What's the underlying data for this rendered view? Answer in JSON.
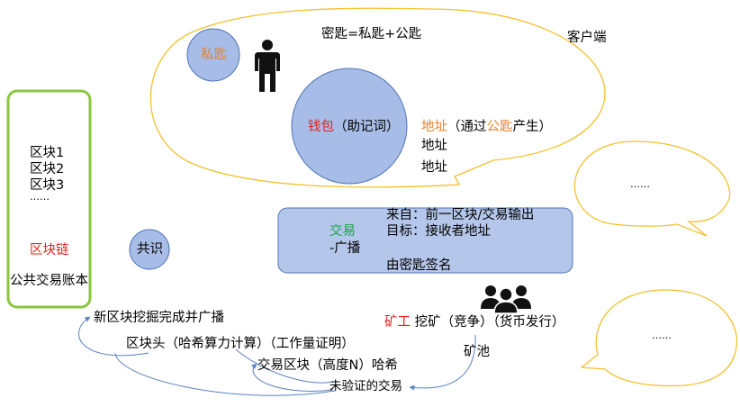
{
  "client": {
    "label": "客户端",
    "formula": "密匙=私匙+公匙",
    "private_key": "私匙",
    "wallet": {
      "main": "钱包",
      "sub": "（助记词）"
    },
    "addresses": [
      {
        "prefix": "地址",
        "mid": "（通过",
        "highlight": "公匙",
        "suffix": "产生）"
      },
      {
        "text": "地址"
      },
      {
        "text": "地址"
      }
    ]
  },
  "ledger": {
    "blocks": [
      "区块1",
      "区块2",
      "区块3",
      "……"
    ],
    "title": "区块链",
    "caption": "公共交易账本"
  },
  "consensus": {
    "label": "共识"
  },
  "transaction": {
    "title": "交易",
    "line_broadcast": "-广播",
    "from": "来自：前一区块/交易输出",
    "target": "目标：接收者地址",
    "signed": "由密匙签名"
  },
  "miner": {
    "label": "矿工",
    "desc": "挖矿（竞争）（货币发行）",
    "pool": "矿池"
  },
  "flow": {
    "new_block": "新区块挖掘完成并广播",
    "block_header": "区块头（哈希算力计算）（工作量证明）",
    "tx_block": "交易区块（高度N）哈希",
    "unverified": "未验证的交易"
  },
  "bubbles": {
    "right_top": "……",
    "right_bottom": "……"
  },
  "colors": {
    "bubble_outline": "#F2C12E",
    "circle_fill": "#A7BCE6",
    "circle_stroke": "#4F74B8",
    "ledger_border": "#8CC540",
    "tx_fill": "#B4C6EA",
    "arrow": "#5B83C0",
    "orange": "#E8822E",
    "red": "#E41F1F",
    "green": "#17A34A"
  }
}
